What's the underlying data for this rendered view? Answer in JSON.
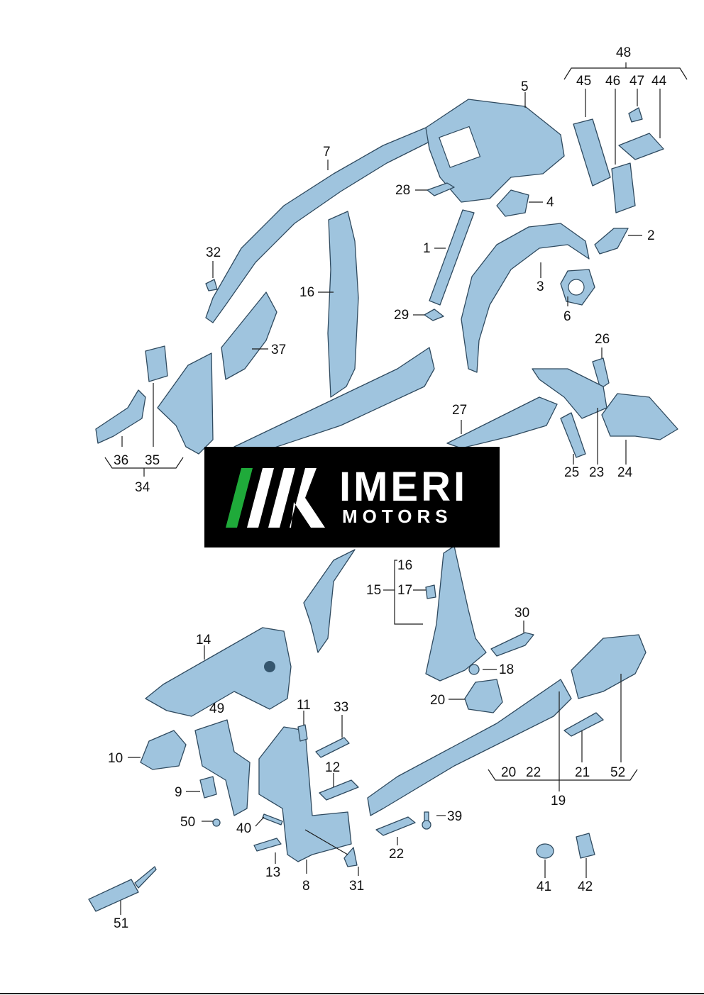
{
  "labels": {
    "l1": "1",
    "l2": "2",
    "l3": "3",
    "l4": "4",
    "l5": "5",
    "l6": "6",
    "l7": "7",
    "l8": "8",
    "l9": "9",
    "l10": "10",
    "l11": "11",
    "l12": "12",
    "l13": "13",
    "l14": "14",
    "l15": "15",
    "l16a": "16",
    "l16b": "16",
    "l17": "17",
    "l18": "18",
    "l19": "19",
    "l20a": "20",
    "l20b": "20",
    "l21": "21",
    "l22a": "22",
    "l22b": "22",
    "l23": "23",
    "l24": "24",
    "l25": "25",
    "l26": "26",
    "l27": "27",
    "l28": "28",
    "l29": "29",
    "l30": "30",
    "l31": "31",
    "l32": "32",
    "l33": "33",
    "l34": "34",
    "l35": "35",
    "l36": "36",
    "l37": "37",
    "l39": "39",
    "l40": "40",
    "l41": "41",
    "l42": "42",
    "l44": "44",
    "l45": "45",
    "l46": "46",
    "l47": "47",
    "l48": "48",
    "l49": "49",
    "l50": "50",
    "l51": "51",
    "l52": "52"
  },
  "logo": {
    "word1": "IMERI",
    "word2": "MOTORS",
    "stripe_green": "#1faa3a",
    "stripe_white": "#ffffff"
  },
  "colors": {
    "part_fill": "#9fc4de",
    "part_stroke": "#2f4a5f",
    "background": "#ffffff"
  }
}
